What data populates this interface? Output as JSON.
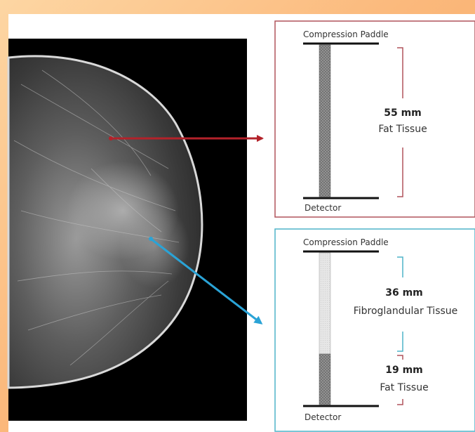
{
  "panel_top": {
    "paddle_label": "Compression Paddle",
    "measurement": "55 mm",
    "tissue": "Fat Tissue",
    "detector_label": "Detector",
    "border_color": "#b0535c",
    "arrow_color": "#b3222a"
  },
  "panel_bottom": {
    "paddle_label": "Compression Paddle",
    "measurement_1": "36 mm",
    "tissue_1": "Fibroglandular Tissue",
    "measurement_2": "19 mm",
    "tissue_2": "Fat Tissue",
    "detector_label": "Detector",
    "border_color": "#4fb3c9",
    "arrow_color": "#2aa3d6"
  }
}
